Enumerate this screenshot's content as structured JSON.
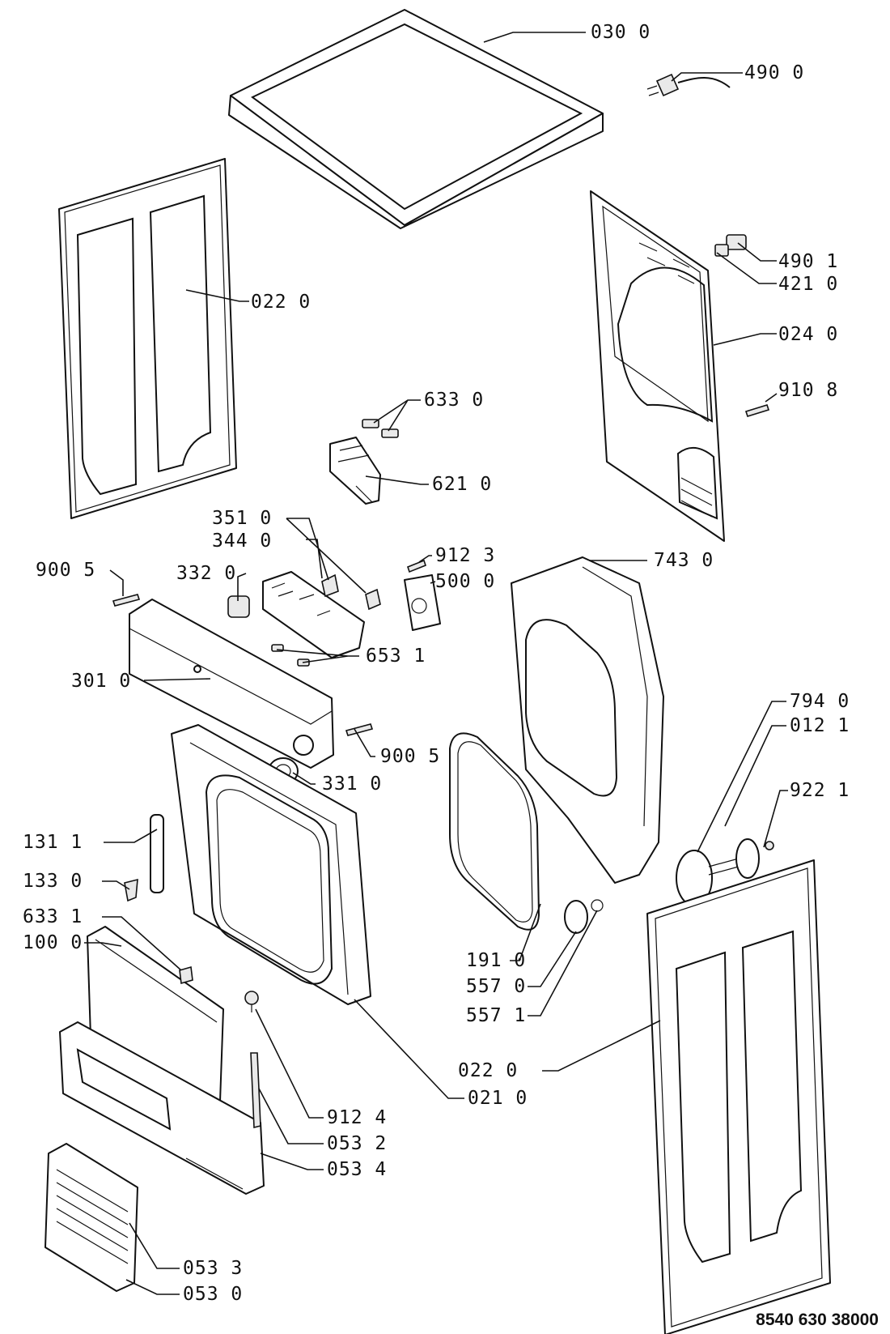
{
  "document_id": "8540 630 38000",
  "callouts": {
    "c030_0": "030 0",
    "c490_0": "490 0",
    "c490_1": "490 1",
    "c421_0": "421 0",
    "c024_0": "024 0",
    "c910_8": "910 8",
    "c022_0_top": "022 0",
    "c633_0": "633 0",
    "c621_0": "621 0",
    "c351_0": "351 0",
    "c344_0": "344 0",
    "c332_0": "332 0",
    "c900_5_top": "900 5",
    "c912_3": "912 3",
    "c500_0": "500 0",
    "c743_0": "743 0",
    "c653_1": "653 1",
    "c301_0": "301 0",
    "c900_5_bottom": "900 5",
    "c331_0": "331 0",
    "c794_0": "794 0",
    "c012_1": "012 1",
    "c922_1": "922 1",
    "c131_1": "131 1",
    "c133_0": "133 0",
    "c633_1": "633 1",
    "c100_0": "100 0",
    "c191_0": "191 0",
    "c557_0": "557 0",
    "c557_1": "557 1",
    "c022_0_bottom": "022 0",
    "c021_0": "021 0",
    "c912_4": "912 4",
    "c053_2": "053 2",
    "c053_4": "053 4",
    "c053_3": "053 3",
    "c053_0": "053 0"
  }
}
